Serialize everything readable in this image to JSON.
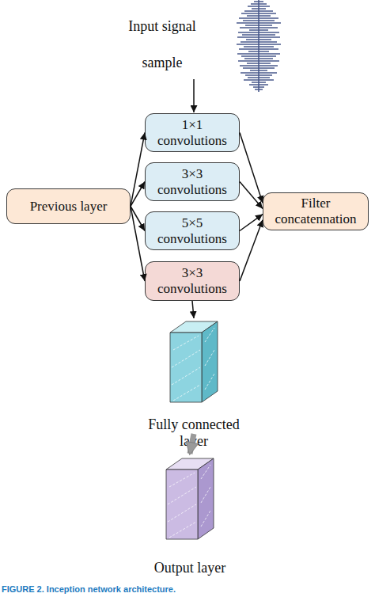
{
  "diagram": {
    "caption": "FIGURE 2. Inception network architecture.",
    "nodes": [
      {
        "text": [
          "Previous layer"
        ]
      },
      {
        "text": [
          "1×1 convolutions"
        ]
      },
      {
        "text": [
          "3×3 convolutions"
        ]
      },
      {
        "text": [
          "5×5 convolutions"
        ]
      },
      {
        "text": [
          "3×3 convolutions"
        ]
      },
      {
        "text": [
          "Filter concatennation"
        ]
      },
      {
        "text": [
          "Fully connected layer"
        ]
      },
      {
        "text": [
          "Output layer"
        ]
      }
    ],
    "edges": [
      {
        "from": 0,
        "to": 1,
        "arrow": "to"
      },
      {
        "from": 0,
        "to": 2,
        "arrow": "to"
      },
      {
        "from": 0,
        "to": 3,
        "arrow": "to"
      },
      {
        "from": 0,
        "to": 4,
        "arrow": "to"
      },
      {
        "from": 1,
        "to": 5,
        "arrow": "to"
      },
      {
        "from": 2,
        "to": 5,
        "arrow": "to"
      },
      {
        "from": 3,
        "to": 5,
        "arrow": "to"
      },
      {
        "from": 4,
        "to": 5,
        "arrow": "to"
      },
      {
        "from": 4,
        "to": 6,
        "arrow": "to"
      },
      {
        "from": 6,
        "to": 7,
        "arrow": "to"
      }
    ],
    "labels": [
      "Input signal sample"
    ]
  }
}
